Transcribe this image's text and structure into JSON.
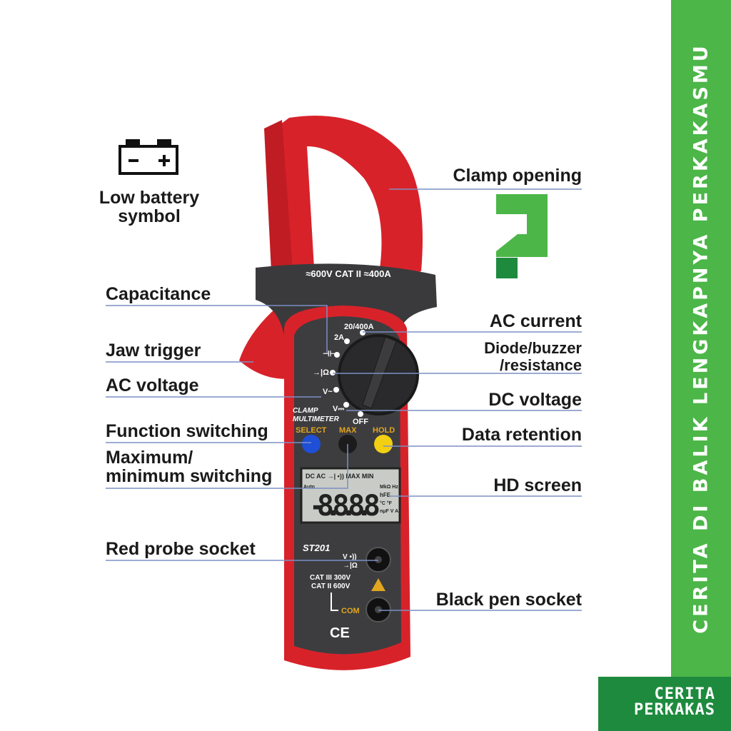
{
  "device": {
    "rating": "≈600V CAT II ≈400A",
    "dial": {
      "r1": "20/400A",
      "r2": "2A",
      "cap": "⊣⊢",
      "ohm": "→|Ω",
      "vac": "V~",
      "vdc": "V⎓",
      "off": "OFF"
    },
    "brand_text": [
      "CLAMP",
      "MULTIMETER"
    ],
    "buttons": {
      "select": "SELECT",
      "max": "MAX",
      "hold": "HOLD"
    },
    "lcd": {
      "top": "DC AC →| •)) MAX MIN",
      "digits": "-8.8.8.8",
      "auto": "Auto",
      "units": [
        "MkΩ Hz",
        "hFE",
        "°C °F",
        "nμF V A"
      ]
    },
    "model": "ST201",
    "socket_label": [
      "V •))",
      "→|Ω"
    ],
    "cat": [
      "CAT III 300V",
      "CAT II 600V"
    ],
    "com": "COM",
    "ce": "CE",
    "colors": {
      "body_red": "#d8222a",
      "panel": "#3a3a3c",
      "select": "#1f4fd6",
      "max": "#1c1c1c",
      "hold": "#f2cf12",
      "label_orange": "#e2a51e"
    }
  },
  "labels_left": {
    "battery": [
      "Low battery",
      "symbol"
    ],
    "capacitance": "Capacitance",
    "jaw": "Jaw trigger",
    "acv": "AC voltage",
    "func": "Function switching",
    "maxmin": [
      "Maximum/",
      "minimum switching"
    ],
    "red": "Red probe socket"
  },
  "labels_right": {
    "clamp": "Clamp opening",
    "aca": "AC current",
    "diode": [
      "Diode/buzzer",
      "/resistance"
    ],
    "dcv": "DC voltage",
    "hold": "Data retention",
    "screen": "HD screen",
    "black": "Black pen socket"
  },
  "sidebar": {
    "text": "CERITA DI BALIK LENGKAPNYA PERKAKASMU",
    "color": "#4cb648"
  },
  "brand_logo": {
    "line1": "CERITA",
    "line2": "PERKAKAS",
    "color": "#1e8a3e"
  }
}
